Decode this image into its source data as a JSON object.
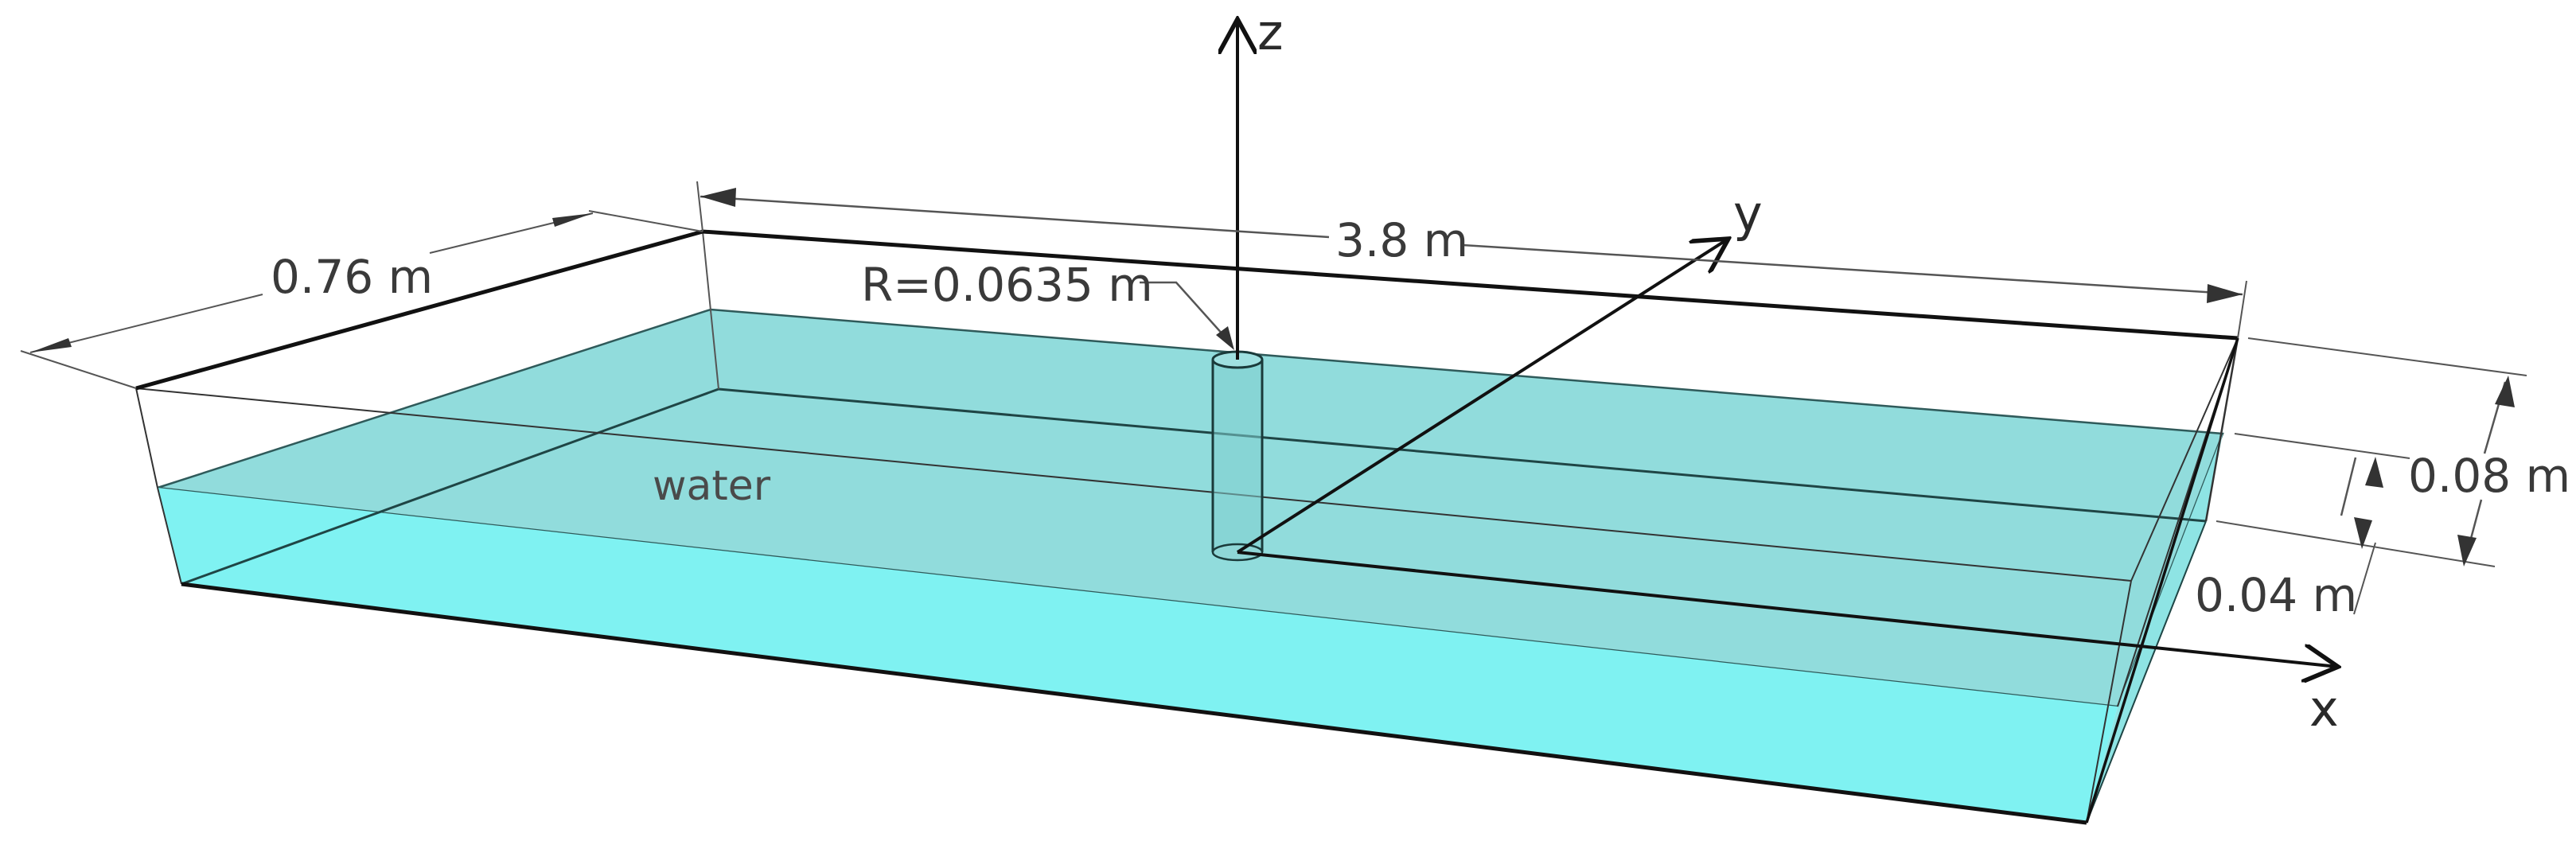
{
  "diagram": {
    "dimensions": {
      "width": "0.76 m",
      "length": "3.8 m",
      "radius": "R=0.0635 m",
      "tank_height": "0.08 m",
      "water_depth": "0.04 m"
    },
    "axes": {
      "x": "x",
      "y": "y",
      "z": "z"
    },
    "water_label": "water",
    "colors": {
      "water_front": "#7ff2f2",
      "water_surface": "#91dcdc",
      "outline": "#111111",
      "thin_line": "#333333",
      "dim_line": "#555555",
      "cylinder": "#7fcfd0"
    }
  }
}
